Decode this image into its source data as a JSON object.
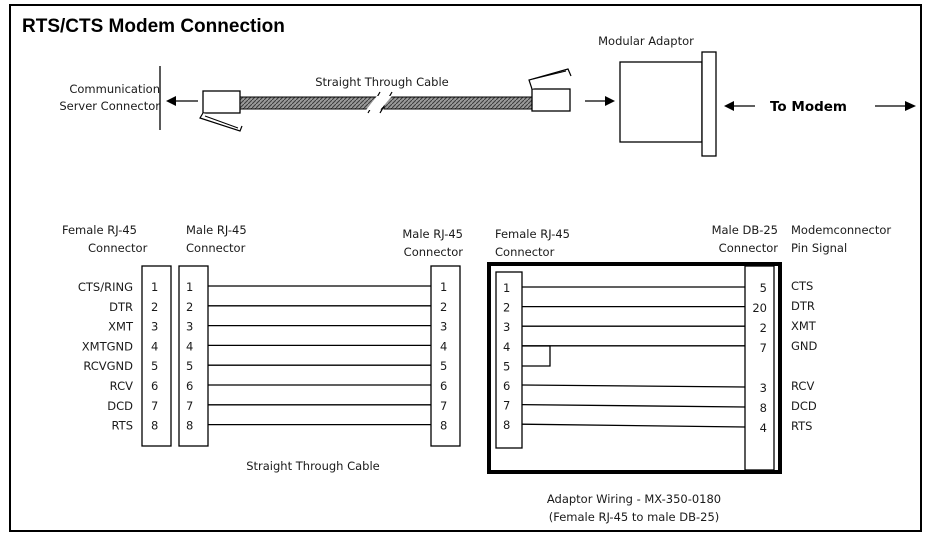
{
  "title": "RTS/CTS Modem Connection",
  "top": {
    "comm_server_line1": "Communication",
    "comm_server_line2": "Server Connector",
    "cable_label": "Straight Through Cable",
    "modular_adaptor": "Modular Adaptor",
    "to_modem": "To Modem"
  },
  "wiring": {
    "female_rj45_left": {
      "line1": "Female RJ-45",
      "line2": "Connector"
    },
    "male_rj45_left": {
      "line1": "Male RJ-45",
      "line2": "Connector"
    },
    "male_rj45_right": {
      "line1": "Male RJ-45",
      "line2": "Connector"
    },
    "female_rj45_adaptor": {
      "line1": "Female RJ-45",
      "line2": "Connector"
    },
    "male_db25": {
      "line1": "Male DB-25",
      "line2": "Connector"
    },
    "modem_header": {
      "line1": "Modemconnector",
      "line2": "Pin Signal"
    },
    "signals": [
      "CTS/RING",
      "DTR",
      "XMT",
      "XMTGND",
      "RCVGND",
      "RCV",
      "DCD",
      "RTS"
    ],
    "rj45_pins": [
      "1",
      "2",
      "3",
      "4",
      "5",
      "6",
      "7",
      "8"
    ],
    "db25_pins": [
      "5",
      "20",
      "2",
      "7",
      "3",
      "8",
      "4"
    ],
    "modem_signals": [
      "CTS",
      "DTR",
      "XMT",
      "GND",
      "RCV",
      "DCD",
      "RTS"
    ],
    "cable_label": "Straight Through Cable",
    "adaptor_caption_line1": "Adaptor Wiring - MX-350-0180",
    "adaptor_caption_line2": "(Female RJ-45 to male DB-25)"
  }
}
